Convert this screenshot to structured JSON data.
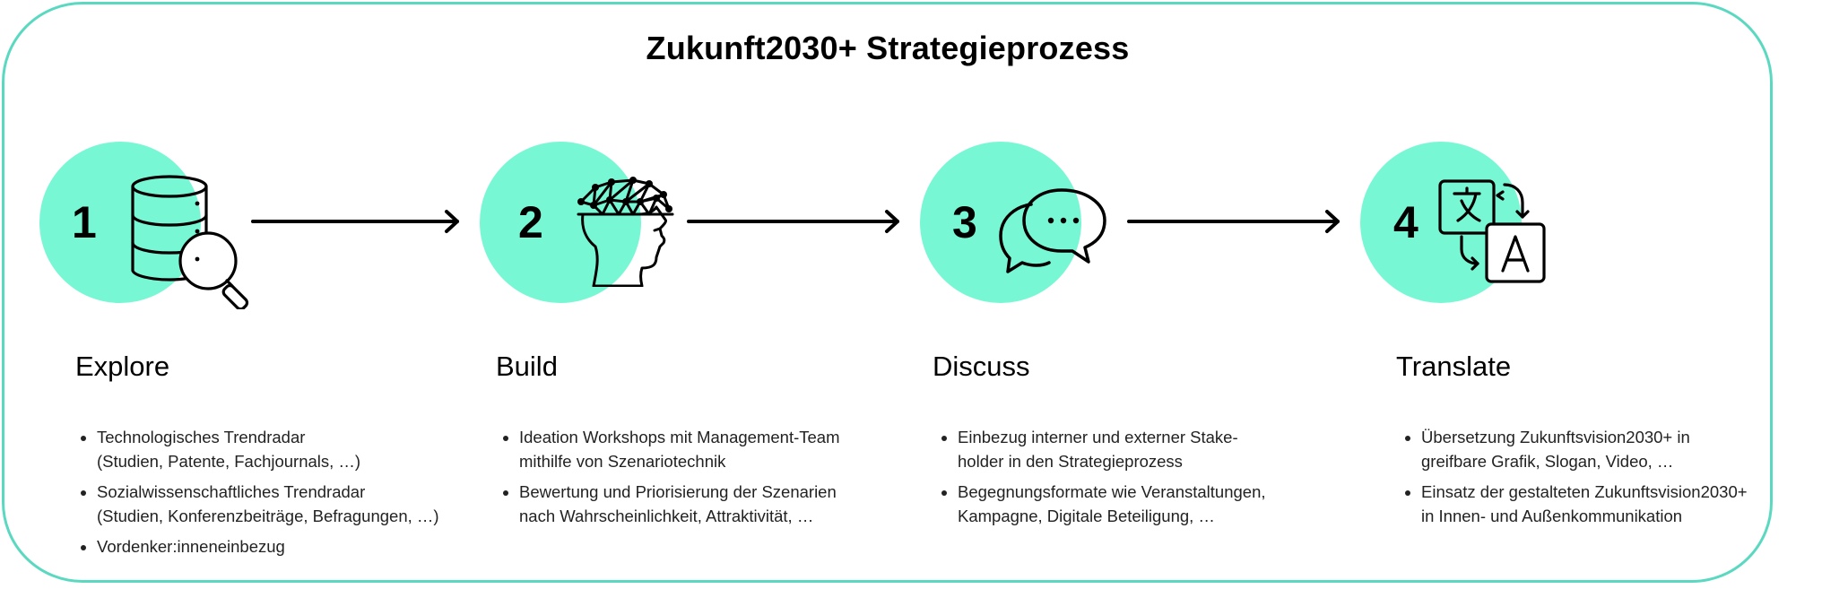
{
  "title": "Zukunft2030+ Strategieprozess",
  "steps": [
    {
      "number": "1",
      "phase": "Explore",
      "icon": "database-search-icon",
      "bullets": [
        [
          "Technologisches Trendradar",
          "(Studien, Patente, Fachjournals, …)"
        ],
        [
          "Sozialwissenschaftliches Trendradar",
          "(Studien, Konferenzbeiträge, Befragungen, …)"
        ],
        [
          "Vordenker:inneneinbezug"
        ]
      ]
    },
    {
      "number": "2",
      "phase": "Build",
      "icon": "brain-network-icon",
      "bullets": [
        [
          "Ideation Workshops mit Management-Team",
          "mithilfe von Szenariotechnik"
        ],
        [
          "Bewertung und Priorisierung der Szenarien",
          "nach Wahrscheinlichkeit, Attraktivität, …"
        ]
      ]
    },
    {
      "number": "3",
      "phase": "Discuss",
      "icon": "chat-bubbles-icon",
      "bullets": [
        [
          "Einbezug interner und externer Stake-",
          "holder in den Strategieprozess"
        ],
        [
          "Begegnungsformate wie Veranstaltungen,",
          "Kampagne, Digitale Beteiligung, …"
        ]
      ]
    },
    {
      "number": "4",
      "phase": "Translate",
      "icon": "translate-icon",
      "bullets": [
        [
          "Übersetzung Zukunftsvision2030+ in",
          "greifbare Grafik, Slogan, Video, …"
        ],
        [
          "Einsatz der gestalteten Zukunftsvision2030+",
          "in Innen- und Außenkommunikation"
        ]
      ]
    }
  ],
  "colors": {
    "accent": "#78f7d4",
    "frame": "#5bd9c0"
  }
}
